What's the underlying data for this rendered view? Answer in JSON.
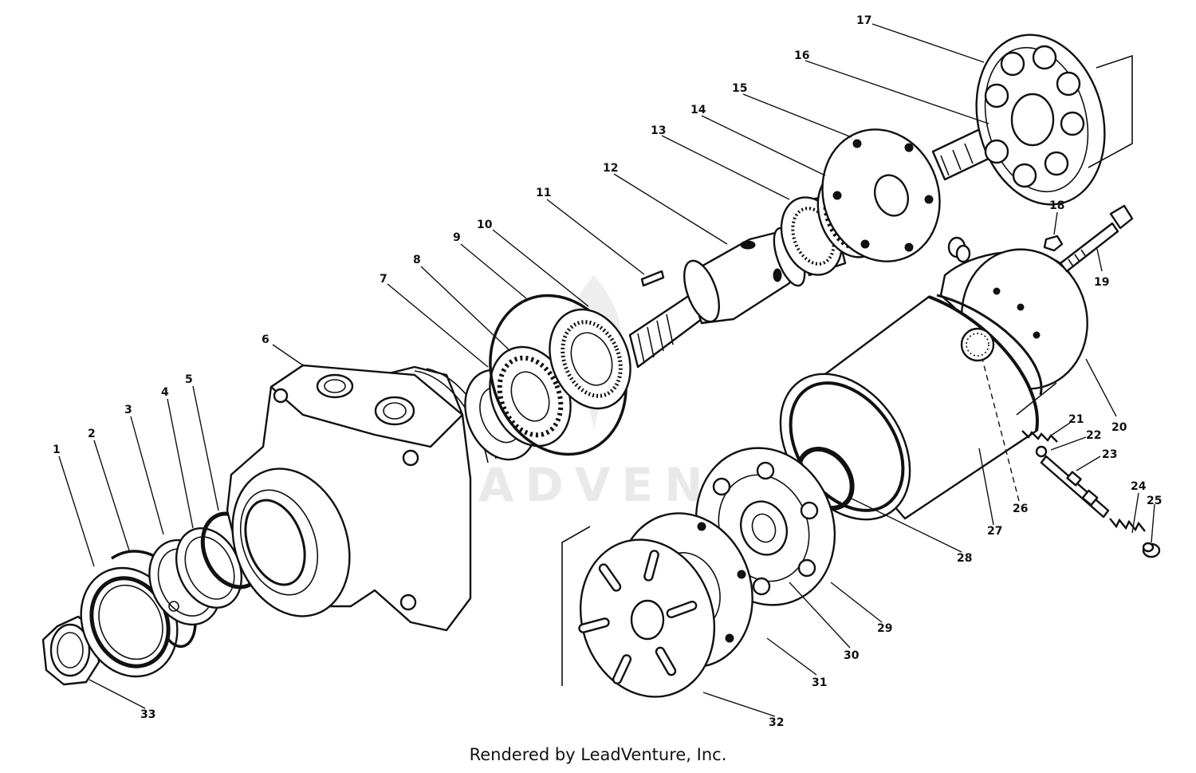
{
  "diagram": {
    "watermark_text": "LEADVENTURE",
    "footer_text": "Rendered by LeadVenture, Inc.",
    "callouts": [
      {
        "id": "1",
        "label": "1"
      },
      {
        "id": "2",
        "label": "2"
      },
      {
        "id": "3",
        "label": "3"
      },
      {
        "id": "4",
        "label": "4"
      },
      {
        "id": "5",
        "label": "5"
      },
      {
        "id": "6",
        "label": "6"
      },
      {
        "id": "7",
        "label": "7"
      },
      {
        "id": "8",
        "label": "8"
      },
      {
        "id": "9",
        "label": "9"
      },
      {
        "id": "10",
        "label": "10"
      },
      {
        "id": "11",
        "label": "11"
      },
      {
        "id": "12",
        "label": "12"
      },
      {
        "id": "13",
        "label": "13"
      },
      {
        "id": "14",
        "label": "14"
      },
      {
        "id": "15",
        "label": "15"
      },
      {
        "id": "16",
        "label": "16"
      },
      {
        "id": "17",
        "label": "17"
      },
      {
        "id": "18",
        "label": "18"
      },
      {
        "id": "19",
        "label": "19"
      },
      {
        "id": "20",
        "label": "20"
      },
      {
        "id": "21",
        "label": "21"
      },
      {
        "id": "22",
        "label": "22"
      },
      {
        "id": "23",
        "label": "23"
      },
      {
        "id": "24",
        "label": "24"
      },
      {
        "id": "25",
        "label": "25"
      },
      {
        "id": "26",
        "label": "26"
      },
      {
        "id": "27",
        "label": "27"
      },
      {
        "id": "28",
        "label": "28"
      },
      {
        "id": "29",
        "label": "29"
      },
      {
        "id": "30",
        "label": "30"
      },
      {
        "id": "31",
        "label": "31"
      },
      {
        "id": "32",
        "label": "32"
      },
      {
        "id": "33",
        "label": "33"
      }
    ]
  }
}
